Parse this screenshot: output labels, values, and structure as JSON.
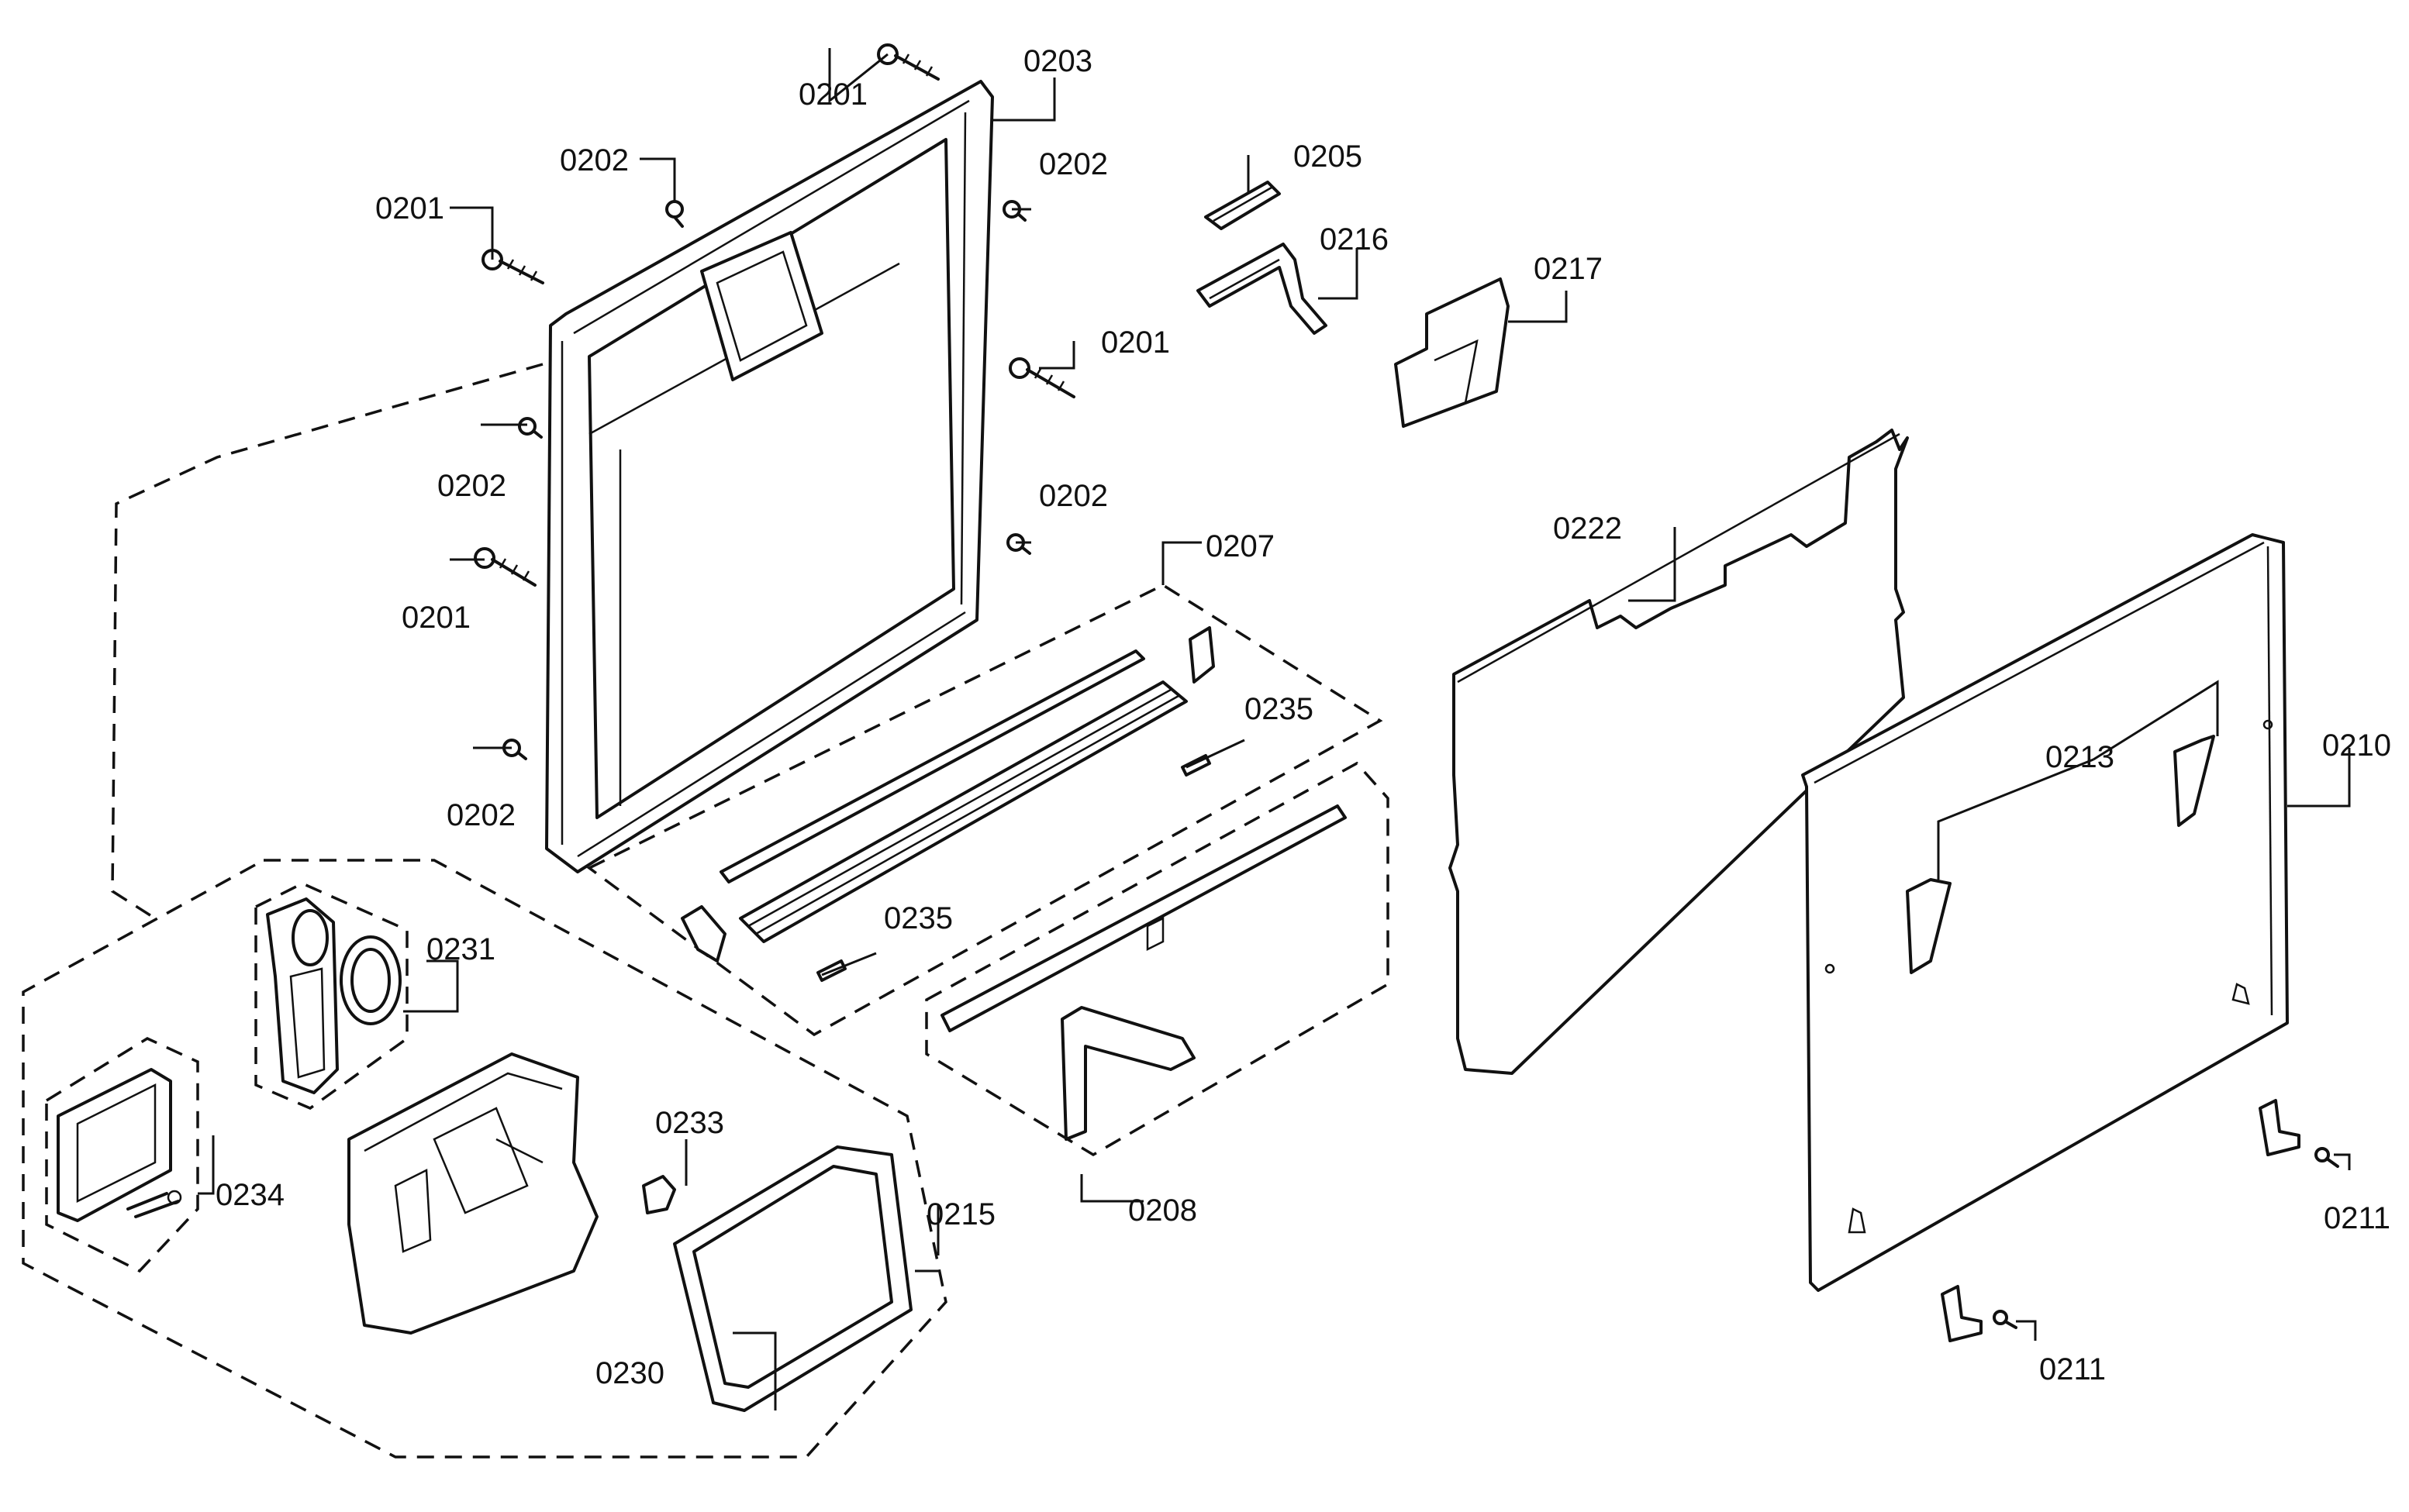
{
  "callouts": {
    "c0201a": "0201",
    "c0201b": "0201",
    "c0201c": "0201",
    "c0201d": "0201",
    "c0202a": "0202",
    "c0202b": "0202",
    "c0202c": "0202",
    "c0202d": "0202",
    "c0202e": "0202",
    "c0203": "0203",
    "c0205": "0205",
    "c0207": "0207",
    "c0208": "0208",
    "c0210": "0210",
    "c0211a": "0211",
    "c0211b": "0211",
    "c0213": "0213",
    "c0215": "0215",
    "c0216": "0216",
    "c0217": "0217",
    "c0222": "0222",
    "c0230": "0230",
    "c0231": "0231",
    "c0233": "0233",
    "c0234": "0234",
    "c0235a": "0235",
    "c0235b": "0235"
  }
}
